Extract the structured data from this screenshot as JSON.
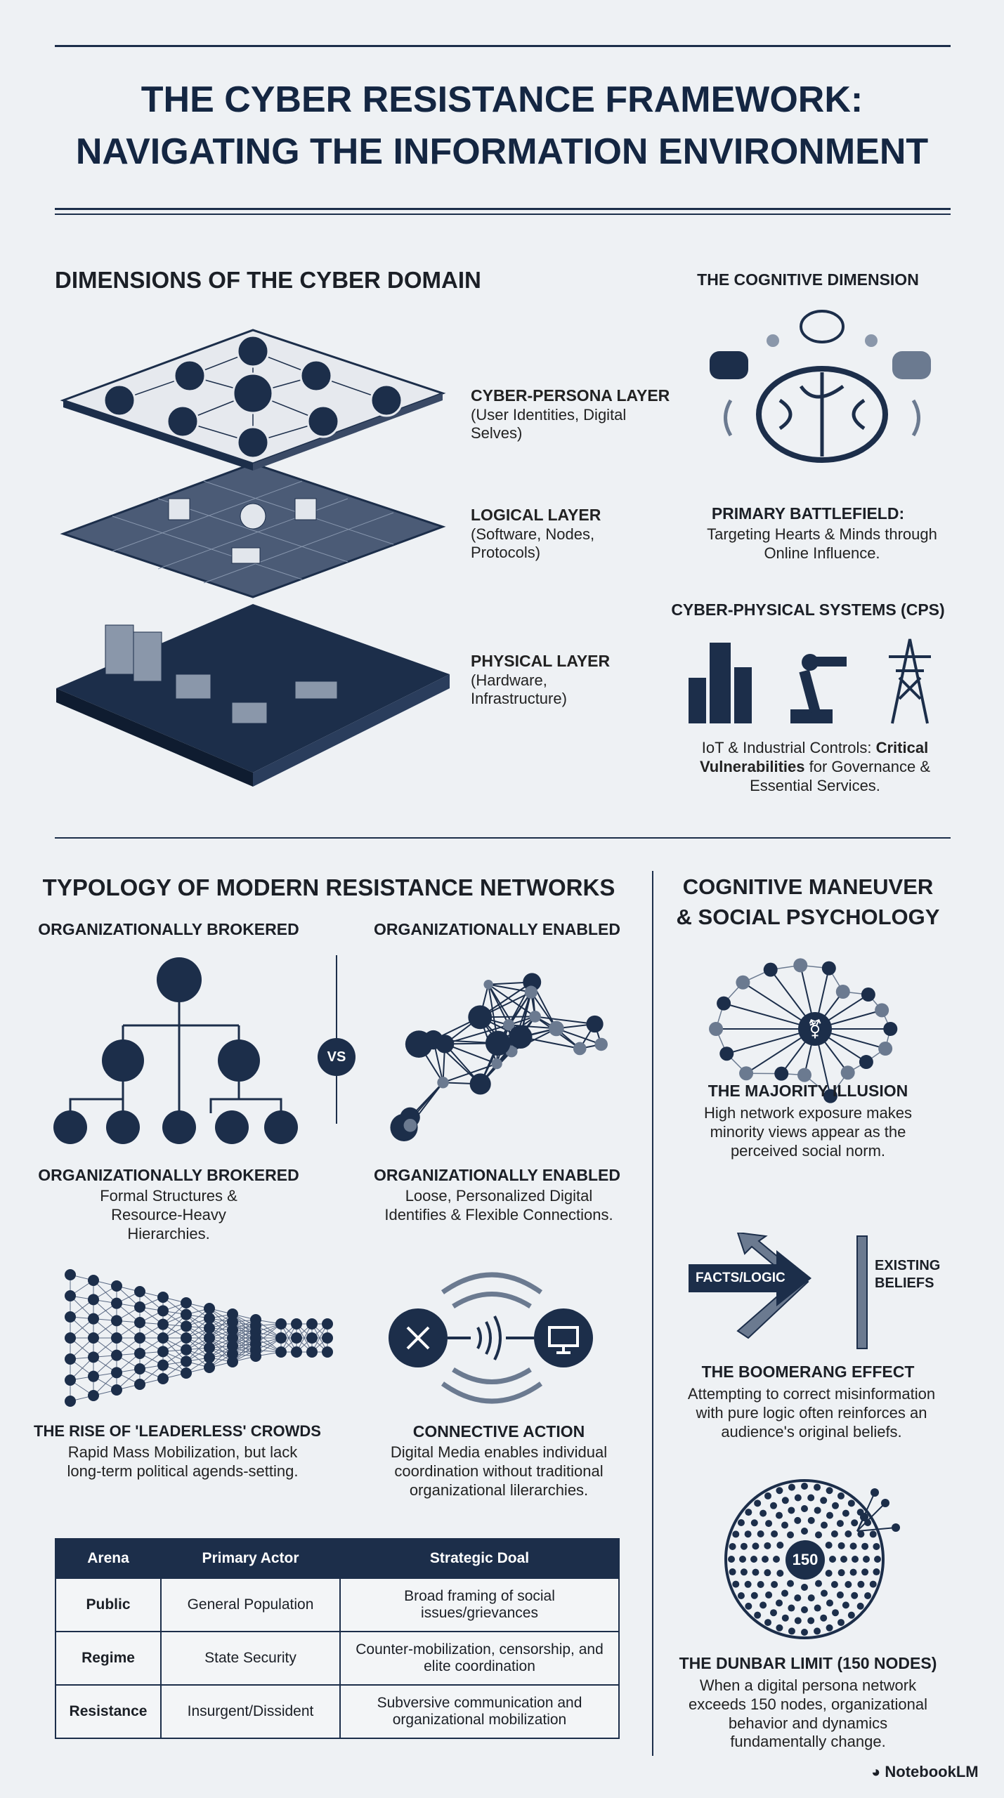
{
  "title": {
    "line1": "THE CYBER RESISTANCE FRAMEWORK:",
    "line2": "NAVIGATING THE INFORMATION ENVIRONMENT"
  },
  "colors": {
    "navy": "#1c2e4a",
    "slate": "#6b7a90",
    "background": "#eef1f4"
  },
  "dimensions": {
    "heading": "DIMENSIONS OF THE CYBER DOMAIN",
    "layers": [
      {
        "name": "CYBER-PERSONA LAYER",
        "desc": "(User Identities, Digital Selves)"
      },
      {
        "name": "LOGICAL LAYER",
        "desc": "(Software, Nodes, Protocols)"
      },
      {
        "name": "PHYSICAL LAYER",
        "desc": "(Hardware, Infrastructure)"
      }
    ]
  },
  "cognitive": {
    "heading": "THE COGNITIVE DIMENSION",
    "sub_title": "PRIMARY BATTLEFIELD:",
    "sub_text": "Targeting Hearts & Minds through Online Influence."
  },
  "cps": {
    "heading": "CYBER-PHYSICAL SYSTEMS (CPS)",
    "text_plain": "IoT & Industrial Controls: ",
    "text_bold": "Critical Vulnerabilities",
    "text_end": " for Governance & Essential Services."
  },
  "typology": {
    "heading": "TYPOLOGY OF MODERN RESISTANCE NETWORKS",
    "left_label": "ORGANIZATIONALLY BROKERED",
    "right_label": "ORGANIZATIONALLY ENABLED",
    "vs": "VS",
    "left_title": "ORGANIZATIONALLY BROKERED",
    "left_text": "Formal Structures & Resource-Heavy Hierarchies.",
    "right_title": "ORGANIZATIONALLY ENABLED",
    "right_text": "Loose, Personalized Digital Identifies & Flexible Connections.",
    "crowds_title": "THE RISE OF 'LEADERLESS' CROWDS",
    "crowds_text": "Rapid Mass Mobilization, but lack long-term political agends-setting.",
    "connective_title": "CONNECTIVE ACTION",
    "connective_text": "Digital Media enables individual coordination without traditional organizational lilerarchies."
  },
  "table": {
    "headers": [
      "Arena",
      "Primary Actor",
      "Strategic Doal"
    ],
    "rows": [
      [
        "Public",
        "General Population",
        "Broad framing of social issues/grievances"
      ],
      [
        "Regime",
        "State Security",
        "Counter-mobilization, censorship, and elite coordination"
      ],
      [
        "Resistance",
        "Insurgent/Dissident",
        "Subversive communication and organizational mobilization"
      ]
    ]
  },
  "maneuver": {
    "heading_line1": "COGNITIVE MANEUVER",
    "heading_line2": "& SOCIAL PSYCHOLOGY",
    "majority_title": "THE MAJORITY ILLUSION",
    "majority_text": "High network exposure makes minority views appear as the perceived social norm.",
    "facts_label": "FACTS/LOGIC",
    "beliefs_label": "EXISTING BELIEFS",
    "boomerang_title": "THE BOOMERANG EFFECT",
    "boomerang_text": "Attempting to correct misinformation with pure logic often reinforces an audience's original beliefs.",
    "dunbar_number": "150",
    "dunbar_title": "THE DUNBAR LIMIT (150 NODES)",
    "dunbar_text": "When a digital persona network exceeds 150 nodes, organizational behavior and dynamics fundamentally change."
  },
  "footer": {
    "brand": "NotebookLM"
  }
}
